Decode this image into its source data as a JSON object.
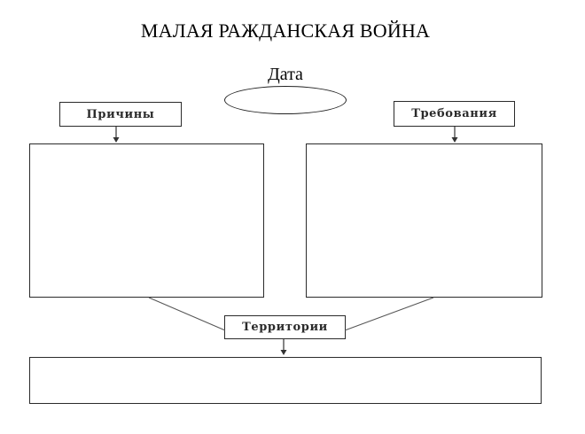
{
  "diagram": {
    "title": "МАЛАЯ РАЖДАНСКАЯ ВОЙНА",
    "date_label": "Дата",
    "nodes": {
      "reasons": "Причины",
      "demands": "Требования",
      "territories": "Территории"
    }
  }
}
